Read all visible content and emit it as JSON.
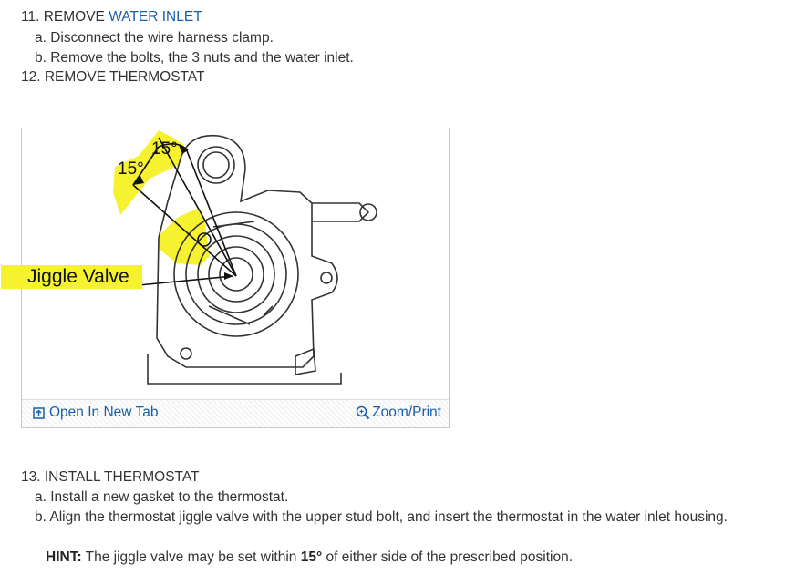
{
  "steps": {
    "step11_prefix": "11. REMOVE ",
    "step11_link": "WATER INLET",
    "step11_a": "a. Disconnect the wire harness clamp.",
    "step11_b": "b. Remove the bolts, the 3 nuts and the water inlet.",
    "step12": "12. REMOVE THERMOSTAT",
    "step13": "13. INSTALL THERMOSTAT",
    "step13_a": "a. Install a new gasket to the thermostat.",
    "step13_b": "b. Align the thermostat jiggle valve with the upper stud bolt, and insert the thermostat in the water inlet housing."
  },
  "hint": {
    "label": "HINT:",
    "text_before": " The jiggle valve may be set within ",
    "value": "15°",
    "text_after": " of either side of the prescribed position."
  },
  "figure": {
    "label_angle_1": "15°",
    "label_angle_2": "15°",
    "label_jiggle": "Jiggle Valve",
    "highlight_color": "#f7f230",
    "open_tab_label": "Open In New Tab",
    "zoom_label": "Zoom/Print"
  },
  "icons": {
    "open_tab": "open-new-tab-icon",
    "zoom": "zoom-magnifier-icon"
  },
  "colors": {
    "link": "#1a5fa8",
    "text": "#333333"
  }
}
